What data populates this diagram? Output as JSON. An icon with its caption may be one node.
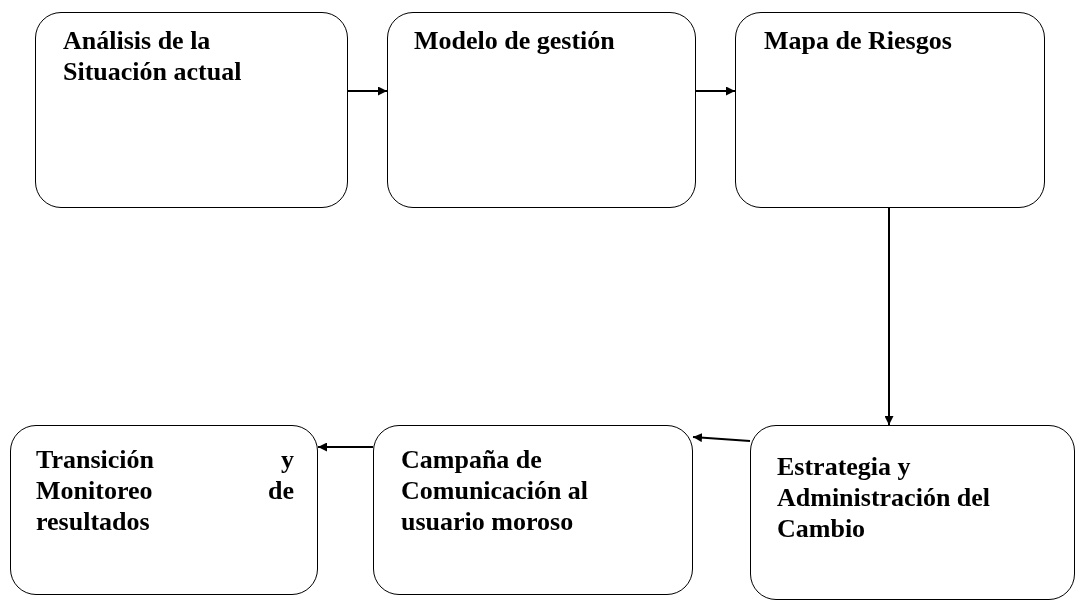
{
  "diagram": {
    "nodes": [
      {
        "text": [
          "Análisis de la Situación actual"
        ]
      },
      {
        "text": [
          "Modelo de gestión"
        ]
      },
      {
        "text": [
          "Mapa de Riesgos"
        ]
      },
      {
        "text": [
          "Estrategia y Administración del Cambio"
        ]
      },
      {
        "text": [
          "Campaña de Comunicación al usuario moroso"
        ]
      },
      {
        "text": [
          "Transición y Monitoreo de resultados"
        ]
      }
    ],
    "edges": [
      {
        "from": 0,
        "to": 1,
        "arrow": "to"
      },
      {
        "from": 1,
        "to": 2,
        "arrow": "to"
      },
      {
        "from": 2,
        "to": 3,
        "arrow": "to"
      },
      {
        "from": 3,
        "to": 4,
        "arrow": "to"
      },
      {
        "from": 4,
        "to": 5,
        "arrow": "to"
      }
    ]
  }
}
